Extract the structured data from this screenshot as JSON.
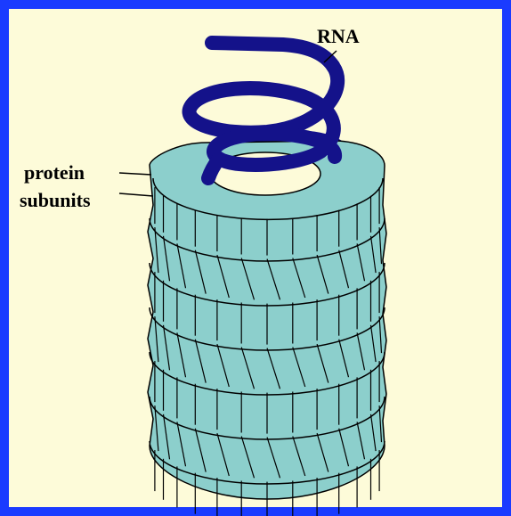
{
  "diagram": {
    "labels": {
      "rna": "RNA",
      "protein_line1": "protein",
      "protein_line2": "subunits"
    },
    "colors": {
      "frame": "#1a3bff",
      "background": "#fdfbd9",
      "capsid": "#8ccfcc",
      "rna": "#14128a",
      "outline": "#000000"
    }
  }
}
